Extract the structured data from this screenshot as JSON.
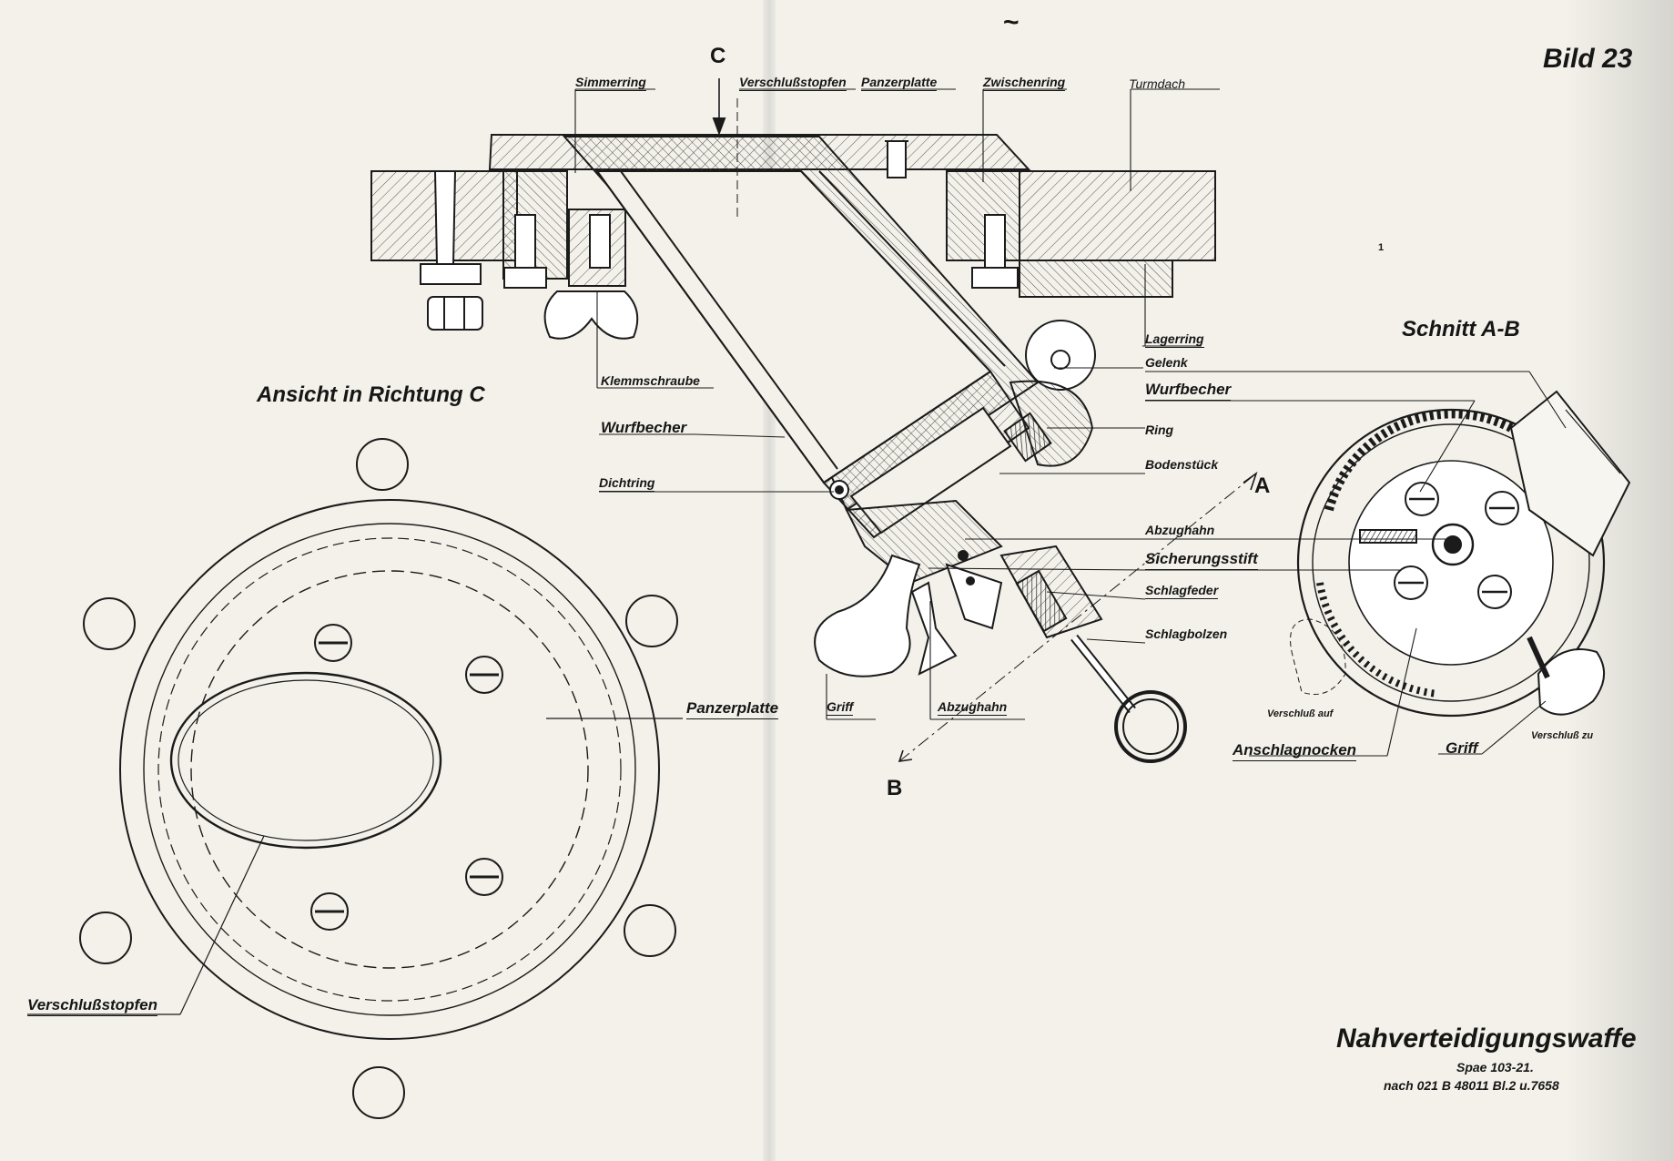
{
  "page": {
    "figure_id": "Bild 23",
    "title": "Nahverteidigungswaffe",
    "sub_line1": "Spae 103-21.",
    "sub_line2": "nach 021 B 48011 Bl.2 u.7658",
    "mark_tilde": "~",
    "mark_one": "1"
  },
  "views": {
    "view_c_title": "Ansicht in Richtung C",
    "section_title": "Schnitt A-B",
    "letter_c": "C",
    "letter_a": "A",
    "letter_b": "B"
  },
  "labels": {
    "simmerring": "Simmerring",
    "verschlussstopfen_top": "Verschlußstopfen",
    "panzerplatte_top": "Panzerplatte",
    "zwischenring": "Zwischenring",
    "turmdach": "Turmdach",
    "lagerring": "Lagerring",
    "klemmschraube": "Klemmschraube",
    "wurfbecher_left": "Wurfbecher",
    "dichtring": "Dichtring",
    "gelenk": "Gelenk",
    "wurfbecher_right": "Wurfbecher",
    "ring": "Ring",
    "bodenstueck": "Bodenstück",
    "abzughahn_right": "Abzughahn",
    "sicherungsstift": "Sicherungsstift",
    "schlagfeder": "Schlagfeder",
    "schlagbolzen": "Schlagbolzen",
    "griff_center": "Griff",
    "abzughahn_center": "Abzughahn",
    "panzerplatte_view": "Panzerplatte",
    "verschlussstopfen_view": "Verschlußstopfen",
    "verschluss_auf": "Verschluß auf",
    "verschluss_zu": "Verschluß zu",
    "anschlagnocken": "Anschlagnocken",
    "griff_right": "Griff"
  }
}
